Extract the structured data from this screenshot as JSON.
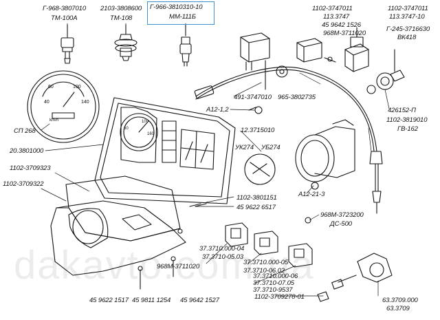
{
  "colors": {
    "ink": "#111111",
    "highlight": "#3a8fd0",
    "background": "#ffffff"
  },
  "watermark": "dakavto.com.ua",
  "labels": {
    "g968_3807010": "Г-968-3807010",
    "tm100a": "ТМ-100А",
    "p2103_3808600": "2103-3808600",
    "tm108": "ТМ-108",
    "g966_3810310_10": "Г-966-3810310-10",
    "mm111b": "ММ-111Б",
    "p1102_3747011": "1102-3747011",
    "p113_3747": "113.3747",
    "p45_9642_1526": "45 9642 1526",
    "p968m_3711020_top": "968М-3711020",
    "p1102_3747011_b": "1102-3747011",
    "p113_3747_10": "113.3747-10",
    "g245_3716630": "Г-245-3716630",
    "vk418": "ВК418",
    "p491_3747010": "491-3747010",
    "p965_3802735": "965-3802735",
    "a12_1_2": "А12-1,2",
    "p426152_p": "426152-П",
    "p1102_3819010": "1102-3819010",
    "gv162": "ГВ-162",
    "sp268": "СП 268",
    "p12_3715010": "12.3715010",
    "p20_3801000": "20.3801000",
    "uk274": "УК274",
    "ub274": "УБ274",
    "p1102_3709323": "1102-3709323",
    "p1102_3709322": "1102-3709322",
    "a12_21_3": "А12-21-3",
    "p1102_3801151": "1102-3801151",
    "p45_9622_6517": "45 9622 6517",
    "p968m_3723200": "968М-3723200",
    "ds500": "ДС-500",
    "p37_3710_000_04": "37.3710.000-04",
    "p37_3710_05_03": "37.3710-05.03",
    "p37_3710_000_05": "37.3710.000-05",
    "p37_3710_06_02": "37.3710-06.02",
    "p37_3710_000_06": "37.3710.000-06",
    "p37_3710_07_05": "37.3710-07.05",
    "p37_3710_95_37": "37.3710-9537",
    "p1102_3709278_01": "1102-3709278-01",
    "p968m_3711020": "968М-3711020",
    "p45_9622_1517": "45 9622 1517",
    "p45_9811_1254": "45 9811 1254",
    "p45_9642_1527": "45 9642 1527",
    "p63_3709_000": "63.3709.000",
    "p63_3709": "63.3709"
  }
}
